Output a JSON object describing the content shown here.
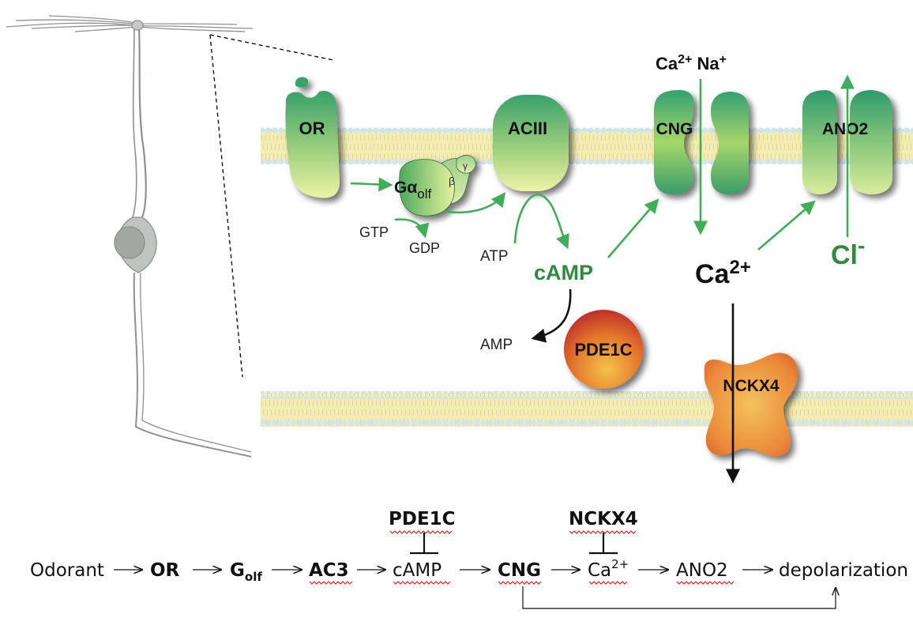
{
  "diagram": {
    "proteins": {
      "or": "OR",
      "aciii": "ACIII",
      "cng": "CNG",
      "ano2": "ANO2",
      "pde1c": "PDE1C",
      "nckx4": "NCKX4"
    },
    "g_protein": {
      "alpha": "Gα",
      "alpha_sub": "olf",
      "beta": "β",
      "gamma": "γ"
    },
    "molecules": {
      "gtp": "GTP",
      "gdp": "GDP",
      "atp": "ATP",
      "camp": "cAMP",
      "amp": "AMP",
      "ca": "Ca",
      "ca_sup": "2+",
      "na": "Na",
      "na_sup": "+",
      "cl": "Cl",
      "cl_sup": "-"
    }
  },
  "pathway": {
    "steps": [
      {
        "label": "Odorant"
      },
      {
        "label": "OR"
      },
      {
        "label": "G",
        "sub": "olf"
      },
      {
        "label": "AC3"
      },
      {
        "label": "cAMP"
      },
      {
        "label": "CNG"
      },
      {
        "label": "Ca",
        "sup": "2+"
      },
      {
        "label": "ANO2"
      },
      {
        "label": "depolarization"
      }
    ],
    "inhibitors": [
      {
        "label": "PDE1C",
        "target": "cAMP"
      },
      {
        "label": "NCKX4",
        "target": "Ca2+"
      }
    ]
  },
  "colors": {
    "green_arrow": "#3fae57",
    "green_label": "#2e8b3e",
    "membrane_blue": "#cfe6f3",
    "membrane_yellow": "#f3ecb4",
    "cell_gray": "#b9bdb9"
  }
}
